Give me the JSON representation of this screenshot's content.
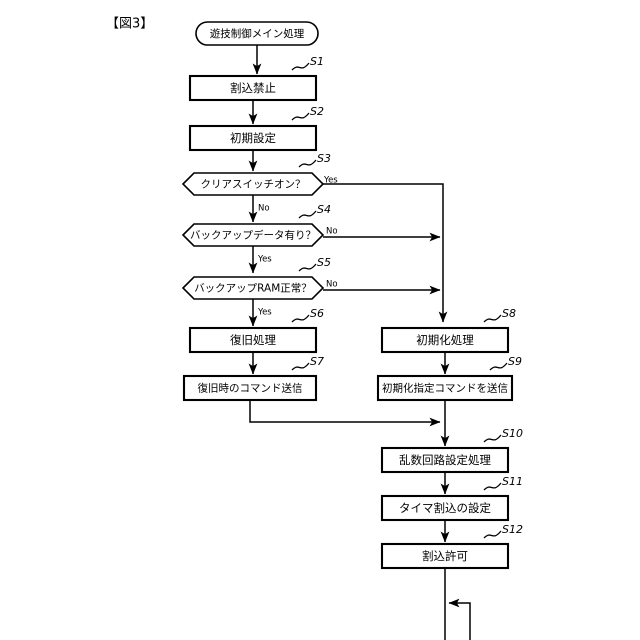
{
  "figure": {
    "caption": "【図3】"
  },
  "diagram": {
    "type": "flowchart",
    "orientation": "top-to-bottom",
    "start_node": {
      "id": "start",
      "shape": "terminator",
      "label": "遊技制御メイン処理"
    },
    "steps": [
      {
        "id": "S1",
        "shape": "process",
        "label": "割込禁止",
        "step": "S1",
        "column": "left"
      },
      {
        "id": "S2",
        "shape": "process",
        "label": "初期設定",
        "step": "S2",
        "column": "left"
      },
      {
        "id": "S3",
        "shape": "decision",
        "label": "クリアスイッチオン？",
        "step": "S3",
        "column": "left"
      },
      {
        "id": "S4",
        "shape": "decision",
        "label": "バックアップデータ有り？",
        "step": "S4",
        "column": "left"
      },
      {
        "id": "S5",
        "shape": "decision",
        "label": "バックアップRAM正常？",
        "step": "S5",
        "column": "left"
      },
      {
        "id": "S6",
        "shape": "process",
        "label": "復旧処理",
        "step": "S6",
        "column": "left"
      },
      {
        "id": "S7",
        "shape": "process",
        "label": "復旧時のコマンド送信",
        "step": "S7",
        "column": "left"
      },
      {
        "id": "S8",
        "shape": "process",
        "label": "初期化処理",
        "step": "S8",
        "column": "right"
      },
      {
        "id": "S9",
        "shape": "process",
        "label": "初期化指定コマンドを送信",
        "step": "S9",
        "column": "right"
      },
      {
        "id": "S10",
        "shape": "process",
        "label": "乱数回路設定処理",
        "step": "S10",
        "column": "right"
      },
      {
        "id": "S11",
        "shape": "process",
        "label": "タイマ割込の設定",
        "step": "S11",
        "column": "right"
      },
      {
        "id": "S12",
        "shape": "process",
        "label": "割込許可",
        "step": "S12",
        "column": "right"
      }
    ],
    "branch_labels": {
      "s3_yes": "Yes",
      "s3_no": "No",
      "s4_no": "No",
      "s4_yes": "Yes",
      "s5_no": "No",
      "s5_yes": "Yes"
    },
    "edges": [
      {
        "from": "start",
        "to": "S1",
        "label": ""
      },
      {
        "from": "S1",
        "to": "S2",
        "label": ""
      },
      {
        "from": "S2",
        "to": "S3",
        "label": ""
      },
      {
        "from": "S3",
        "to": "S4",
        "label": "No"
      },
      {
        "from": "S3",
        "to": "S8",
        "label": "Yes"
      },
      {
        "from": "S4",
        "to": "S5",
        "label": "Yes"
      },
      {
        "from": "S4",
        "to": "S8",
        "label": "No"
      },
      {
        "from": "S5",
        "to": "S6",
        "label": "Yes"
      },
      {
        "from": "S5",
        "to": "S8",
        "label": "No"
      },
      {
        "from": "S6",
        "to": "S7",
        "label": ""
      },
      {
        "from": "S7",
        "to": "S10",
        "label": ""
      },
      {
        "from": "S8",
        "to": "S9",
        "label": ""
      },
      {
        "from": "S9",
        "to": "S10",
        "label": ""
      },
      {
        "from": "S10",
        "to": "S11",
        "label": ""
      },
      {
        "from": "S11",
        "to": "S12",
        "label": ""
      },
      {
        "from": "S12",
        "to": "loop-back",
        "label": ""
      }
    ],
    "loop": {
      "id": "loop-back",
      "description": "infinite-loop"
    }
  },
  "colors": {
    "stroke": "#000000",
    "fill": "#ffffff",
    "background": "#ffffff"
  }
}
